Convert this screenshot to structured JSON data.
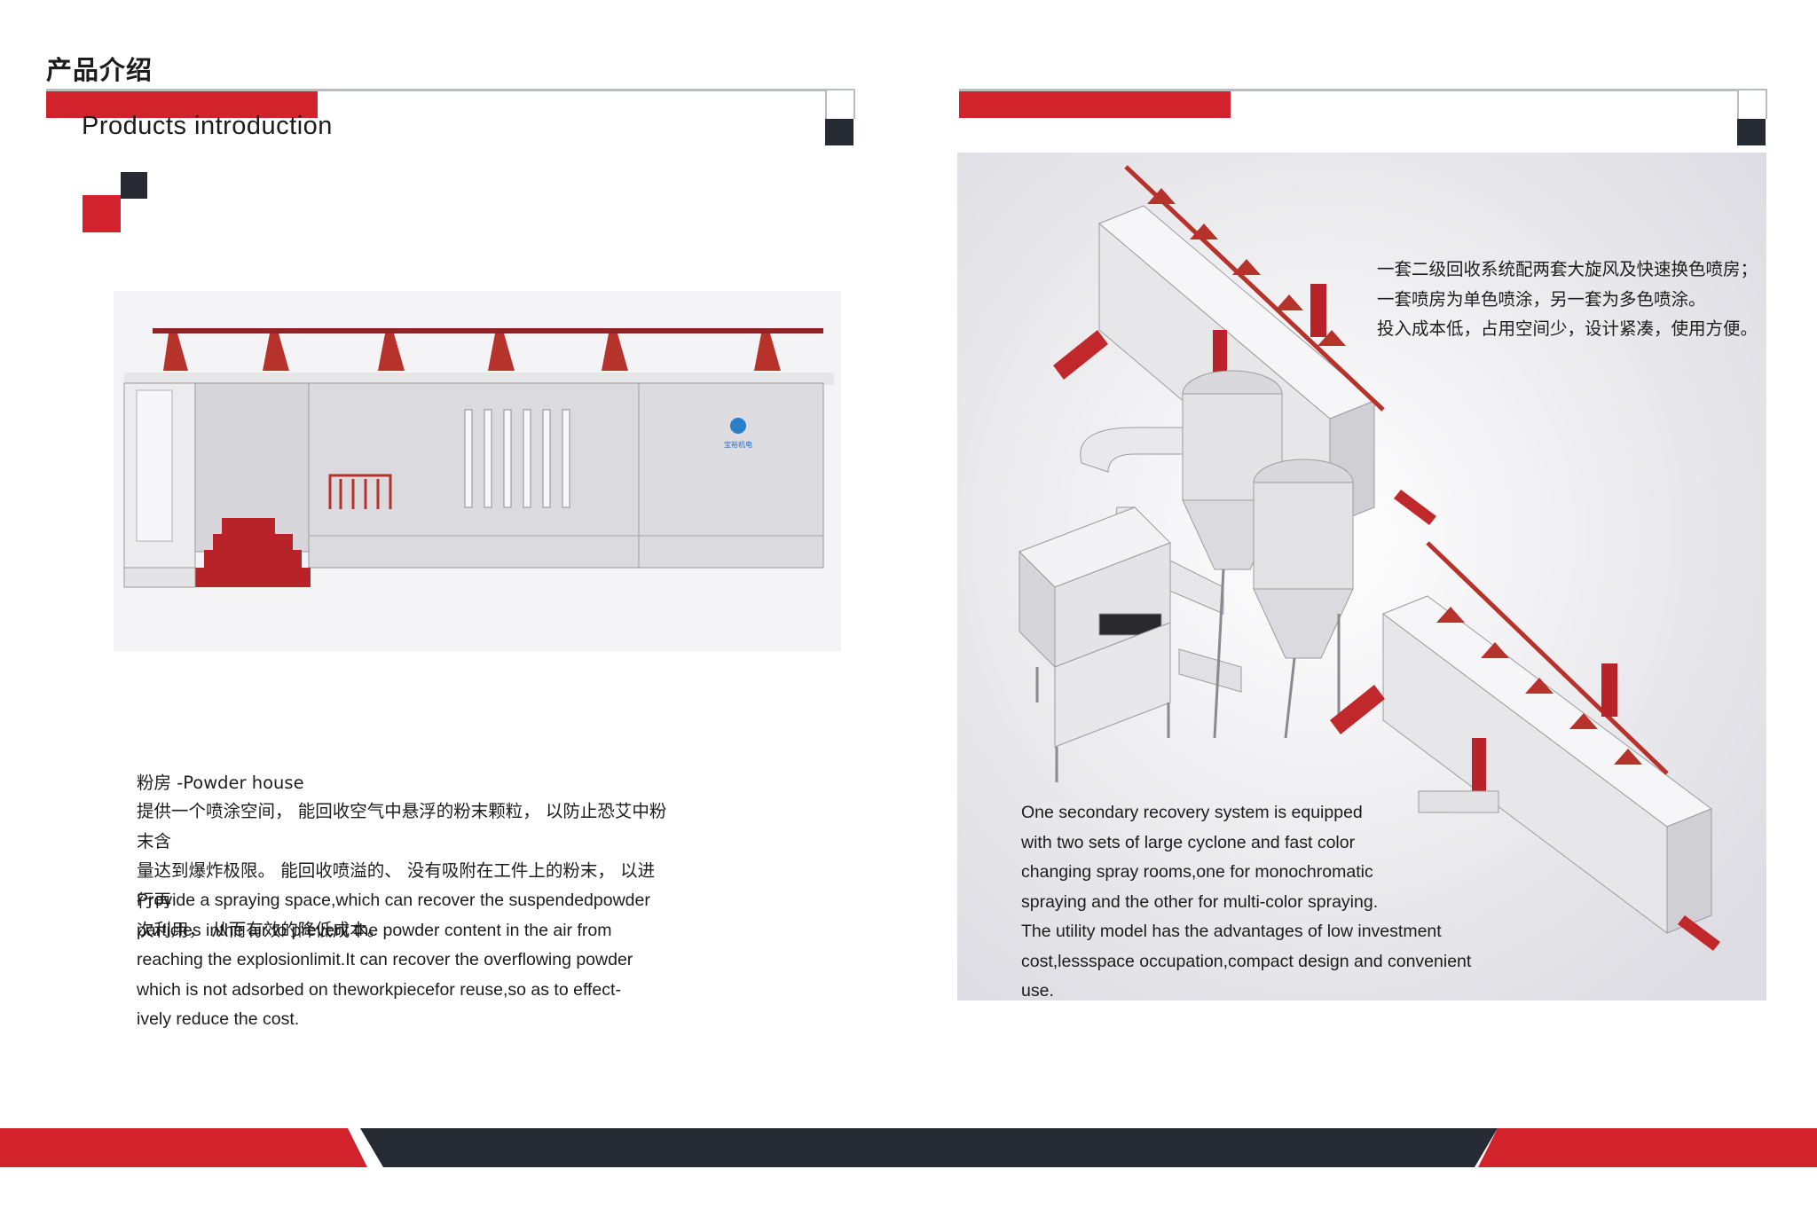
{
  "header": {
    "title_cn": "产品介绍",
    "title_en": "Products  introduction"
  },
  "left": {
    "section_title": "粉房 -Powder house",
    "body_cn": "提供一个喷涂空间， 能回收空气中悬浮的粉末颗粒， 以防止恐艾中粉末含\n量达到爆炸极限。 能回收喷溢的、 没有吸附在工件上的粉末， 以进行再\n次利用， 从而有效的降低成本。",
    "body_en": "Provide a spraying space,which can recover the suspendedpowder\nparticles inthe air to prevent the powder content in the air from\nreaching the explosionlimit.It can recover the overflowing powder\nwhich is not adsorbed on theworkpiecefor reuse,so as to effect-\nively reduce the cost.",
    "image_logo_text": "宝裕机电"
  },
  "right": {
    "caption_cn": "一套二级回收系统配两套大旋风及快速换色喷房；\n一套喷房为单色喷涂，另一套为多色喷涂。\n投入成本低，占用空间少，设计紧凑，使用方便。",
    "caption_en": "One secondary recovery system is equipped\nwith two sets of large cyclone and fast color\nchanging spray rooms,one for monochromatic\nspraying and the other for multi-color spraying.\nThe utility model has the advantages of low investment\ncost,lessspace occupation,compact design and convenient\n use."
  },
  "colors": {
    "brand_red": "#d2232c",
    "brand_dark": "#262a33",
    "rule_gray": "#b9bcc0"
  }
}
